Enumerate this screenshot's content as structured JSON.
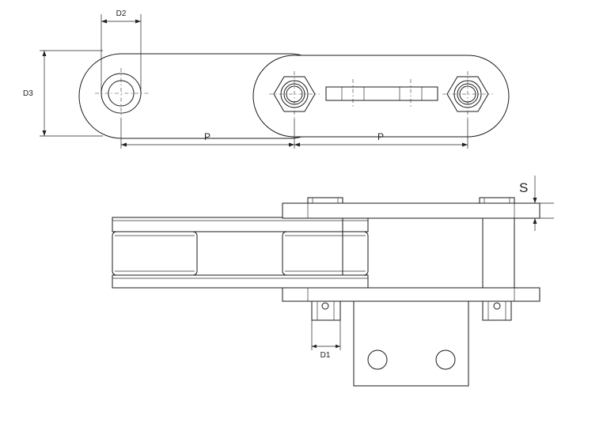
{
  "drawing": {
    "labels": {
      "d2": "D2",
      "d3": "D3",
      "p_left": "P",
      "p_right": "P",
      "s": "S",
      "d1": "D1"
    }
  }
}
